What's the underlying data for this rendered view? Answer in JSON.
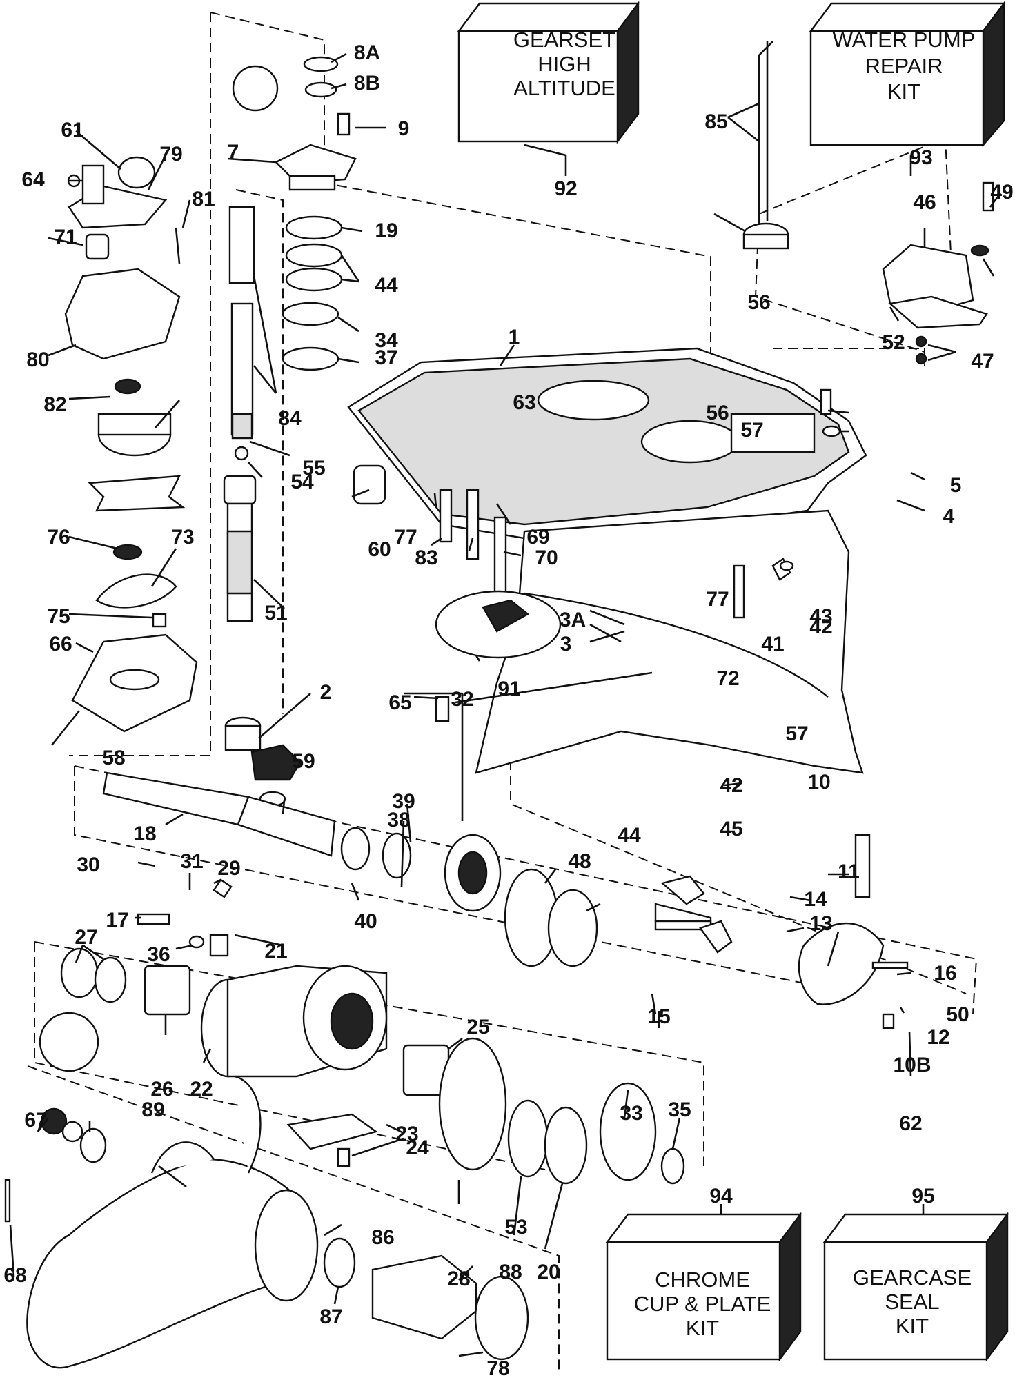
{
  "kits": {
    "92": "GEARSET\nHIGH\nALTITUDE",
    "93": "WATER PUMP\nREPAIR\nKIT",
    "94": "CHROME\nCUP & PLATE\nKIT",
    "95": "GEARCASE\nSEAL\nKIT"
  },
  "callouts": [
    "1",
    "2",
    "3",
    "3A",
    "4",
    "5",
    "7",
    "8A",
    "8B",
    "9",
    "10",
    "10B",
    "11",
    "12",
    "13",
    "14",
    "15",
    "16",
    "17",
    "18",
    "19",
    "20",
    "21",
    "22",
    "23",
    "24",
    "25",
    "26",
    "27",
    "28",
    "29",
    "30",
    "31",
    "32",
    "33",
    "34",
    "35",
    "36",
    "37",
    "38",
    "39",
    "40",
    "41",
    "42",
    "42",
    "43",
    "44",
    "44",
    "45",
    "46",
    "47",
    "48",
    "49",
    "50",
    "51",
    "52",
    "53",
    "54",
    "55",
    "56",
    "56",
    "57",
    "57",
    "58",
    "59",
    "60",
    "61",
    "62",
    "63",
    "64",
    "65",
    "66",
    "67",
    "68",
    "69",
    "70",
    "71",
    "72",
    "73",
    "75",
    "76",
    "77",
    "77",
    "78",
    "79",
    "80",
    "81",
    "82",
    "83",
    "84",
    "85",
    "86",
    "87",
    "88",
    "89",
    "91",
    "92",
    "93",
    "94",
    "95"
  ]
}
